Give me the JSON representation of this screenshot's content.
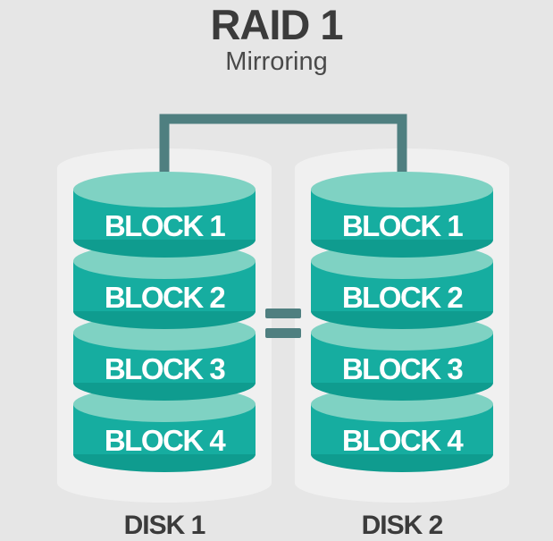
{
  "header": {
    "title": "RAID 1",
    "subtitle": "Mirroring"
  },
  "disks": [
    {
      "label": "DISK 1",
      "blocks": [
        "BLOCK 1",
        "BLOCK 2",
        "BLOCK 3",
        "BLOCK 4"
      ]
    },
    {
      "label": "DISK 2",
      "blocks": [
        "BLOCK 1",
        "BLOCK 2",
        "BLOCK 3",
        "BLOCK 4"
      ]
    }
  ],
  "colors": {
    "background": "#e6e6e6",
    "disk_container": "#f2f2f2",
    "block_top": "#7fd2c3",
    "block_body": "#16ada0",
    "block_edge": "#0f9c8f",
    "connector": "#4f7f80",
    "equals_sign": "#4f7f80",
    "title_text": "#3b3b3b"
  }
}
